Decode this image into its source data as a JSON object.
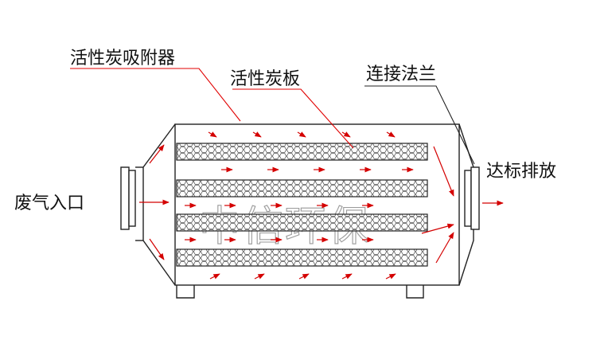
{
  "labels": {
    "adsorber": "活性炭吸附器",
    "carbon_plate": "活性炭板",
    "flange": "连接法兰",
    "inlet": "废气入口",
    "outlet": "达标排放"
  },
  "watermark": "中信环保",
  "colors": {
    "outline": "#222222",
    "leader": "#e00000",
    "arrow": "#d40000",
    "watermark": "#9a9a9a",
    "hex": "#555555"
  }
}
